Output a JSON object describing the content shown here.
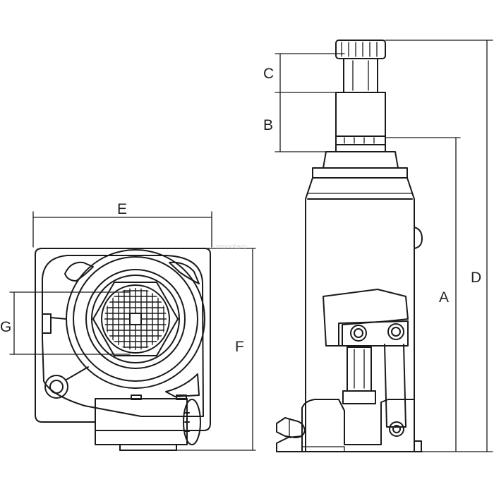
{
  "labels": {
    "a": "A",
    "b": "B",
    "c": "C",
    "d": "D",
    "e": "E",
    "f": "F",
    "g": "G"
  },
  "watermark": "monotaro",
  "colors": {
    "line": "#1a1a1a",
    "background": "#ffffff"
  }
}
